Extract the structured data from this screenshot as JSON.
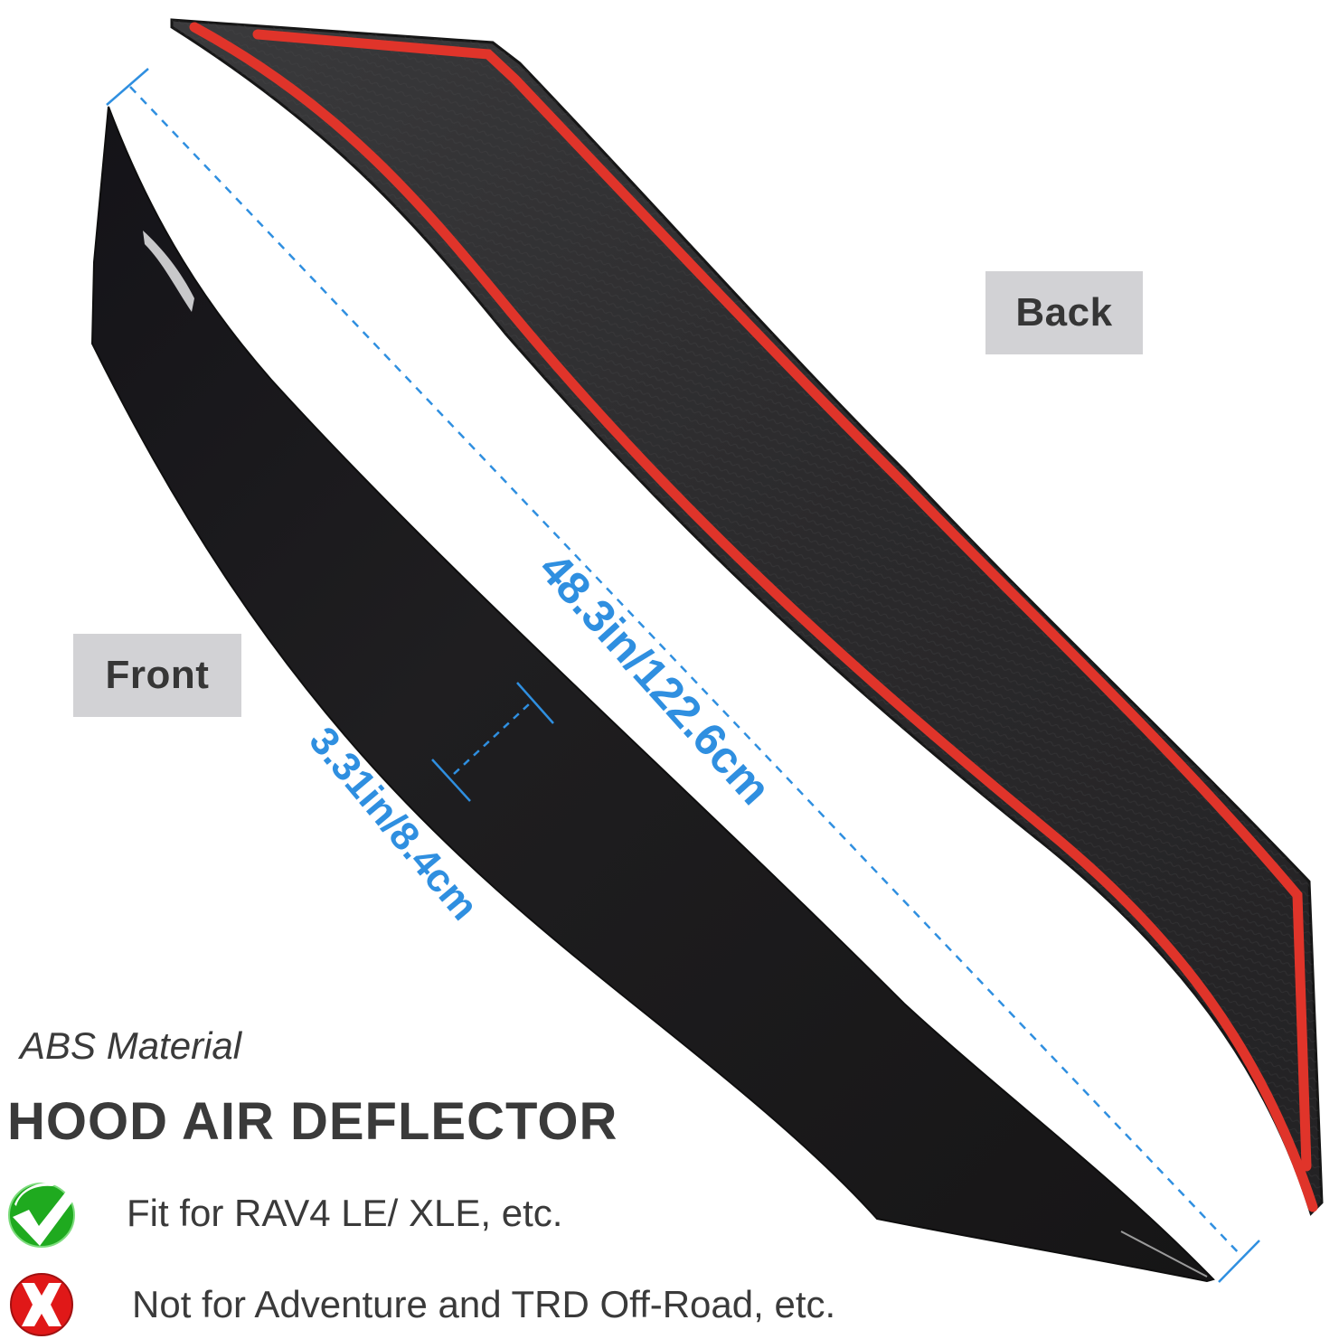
{
  "product": {
    "title": "HOOD AIR DEFLECTOR",
    "material": "ABS Material"
  },
  "labels": {
    "back": "Back",
    "front": "Front"
  },
  "dimensions": {
    "length": "48.3in/122.6cm",
    "width": "3.31in/8.4cm"
  },
  "compatibility": [
    {
      "status": "fit",
      "icon": "check-icon",
      "text": "Fit for RAV4 LE/ XLE, etc."
    },
    {
      "status": "not-fit",
      "icon": "x-icon",
      "text": "Not for Adventure and TRD Off-Road, etc."
    }
  ],
  "colors": {
    "dimension_blue": "#2f8fe0",
    "tape_red": "#e0342a",
    "deflector_black": "#1c1a1b",
    "label_gray": "#d2d2d5",
    "check_green": "#1faa1f",
    "cross_red": "#e01818",
    "text_dark": "#3a3a3a"
  }
}
